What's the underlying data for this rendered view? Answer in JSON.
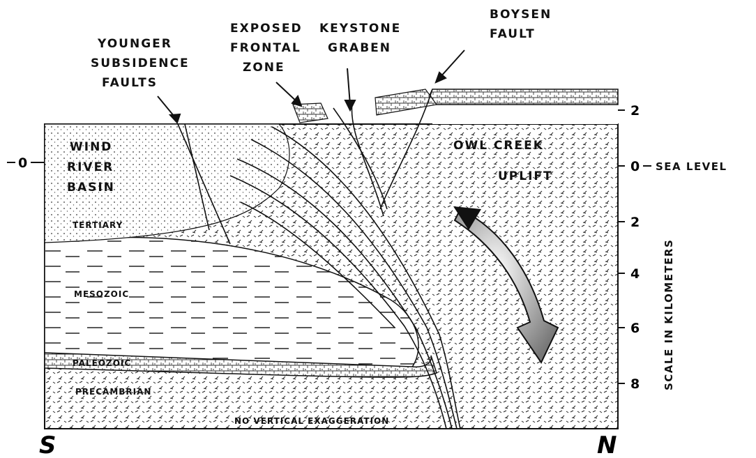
{
  "labels": {
    "younger_subsidence_faults": [
      "YOUNGER",
      "SUBSIDENCE",
      "FAULTS"
    ],
    "exposed_frontal_zone": [
      "EXPOSED",
      "FRONTAL",
      "ZONE"
    ],
    "keystone_graben": [
      "KEYSTONE",
      "GRABEN"
    ],
    "boysen_fault": [
      "BOYSEN",
      "FAULT"
    ],
    "wind_river_basin": [
      "WIND",
      "RIVER",
      "BASIN"
    ],
    "owl_creek_uplift": [
      "OWL CREEK",
      "UPLIFT"
    ],
    "tertiary": "TERTIARY",
    "mesozoic": "MESOZOIC",
    "paleozoic": "PALEOZOIC",
    "precambrian": "PRECAMBRIAN",
    "no_vertical_exaggeration": "NO  VERTICAL  EXAGGERATION"
  },
  "left_axis": {
    "tick": "0"
  },
  "right_axis": {
    "ticks": [
      "2",
      "0",
      "2",
      "4",
      "6",
      "8"
    ],
    "sea_level": "SEA LEVEL",
    "title": "SCALE IN KILOMETERS"
  },
  "directions": {
    "south": "S",
    "north": "N"
  }
}
